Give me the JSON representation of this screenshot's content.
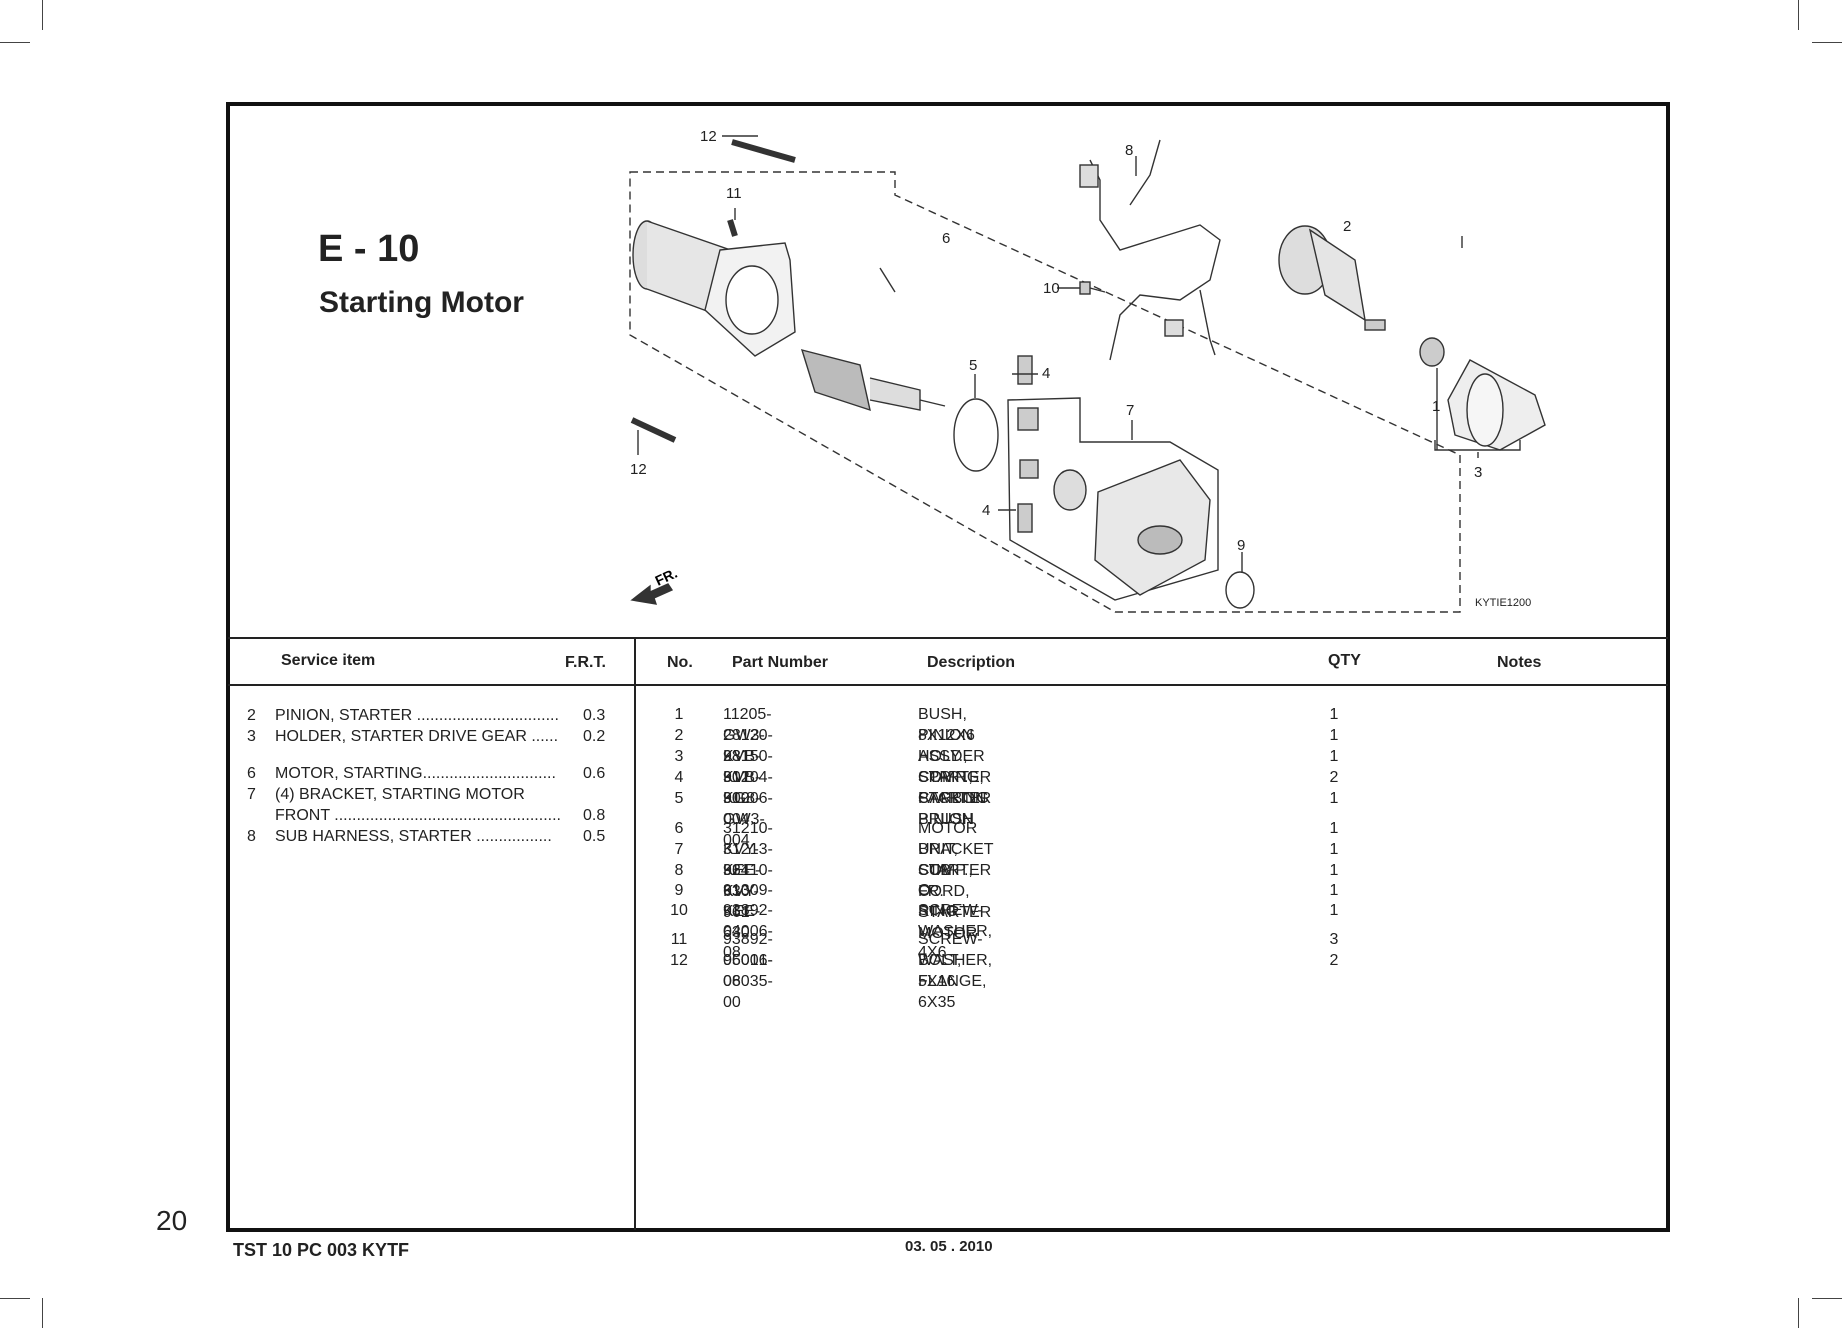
{
  "page_number": "20",
  "section": {
    "code": "E - 10",
    "title": "Starting Motor"
  },
  "diagram": {
    "ref_code": "KYTIE1200",
    "direction_label": "FR.",
    "callouts": [
      "12",
      "11",
      "6",
      "8",
      "2",
      "10",
      "5",
      "4",
      "7",
      "1",
      "3",
      "12",
      "4",
      "9"
    ]
  },
  "service_table": {
    "headers": {
      "item": "Service item",
      "frt": "F.R.T."
    },
    "rows": [
      {
        "num": "2",
        "name": "PINION, STARTER ................................",
        "frt": "0.3"
      },
      {
        "num": "3",
        "name": "HOLDER, STARTER DRIVE GEAR ......",
        "frt": "0.2"
      },
      {
        "num": "6",
        "name": "MOTOR, STARTING..............................",
        "frt": "0.6"
      },
      {
        "num": "7",
        "name": "(4) BRACKET, STARTING MOTOR",
        "frt": ""
      },
      {
        "num": "",
        "name": "FRONT ...................................................",
        "frt": "0.8"
      },
      {
        "num": "8",
        "name": "SUB HARNESS, STARTER .................",
        "frt": "0.5"
      }
    ]
  },
  "parts_table": {
    "headers": {
      "no": "No.",
      "part_number": "Part Number",
      "description": "Description",
      "qty": "QTY",
      "notes": "Notes"
    },
    "rows": [
      {
        "no": "1",
        "pn": "11205-GW3-931",
        "desc": "BUSH, 8X12X6",
        "qty": "1"
      },
      {
        "no": "2",
        "pn": "28120-KVB-901",
        "desc": "PINION ASSY., STARTER",
        "qty": "1"
      },
      {
        "no": "3",
        "pn": "28150-KVB-900",
        "desc": "HOLDER COMP., STARTER PINION",
        "qty": "1"
      },
      {
        "no": "4",
        "pn": "31204-KG8-004",
        "desc": "SPRING, CARBON BRUSH",
        "qty": "2"
      },
      {
        "no": "5",
        "pn": "31206-GW3-004",
        "desc": "PACKING",
        "qty": "1"
      },
      {
        "no": "6",
        "pn": "31210-KVY-961",
        "desc": "MOTOR UNIT, STARTER",
        "qty": "1"
      },
      {
        "no": "7",
        "pn": "31213-KEE-630",
        "desc": "BRACKET COMP., FR.",
        "qty": "1"
      },
      {
        "no": "8",
        "pn": "32410-KVY-961",
        "desc": "SUB CORD, STARTER MOTOR",
        "qty": "1"
      },
      {
        "no": "9",
        "pn": "91309-KEE-630",
        "desc": "O-RING",
        "qty": "1"
      },
      {
        "no": "10",
        "pn": "93892-04006-08",
        "desc": "SCREW-WASHER, 4X6",
        "qty": "1"
      },
      {
        "no": "11",
        "pn": "93892-05016-08",
        "desc": "SCREW-WASHER, 5X16",
        "qty": "3"
      },
      {
        "no": "12",
        "pn": "96001-06035-00",
        "desc": "BOLT, FLANGE, 6X35",
        "qty": "2"
      }
    ]
  },
  "footer": {
    "code": "TST 10 PC 003 KYTF",
    "date": "03. 05 . 2010"
  }
}
